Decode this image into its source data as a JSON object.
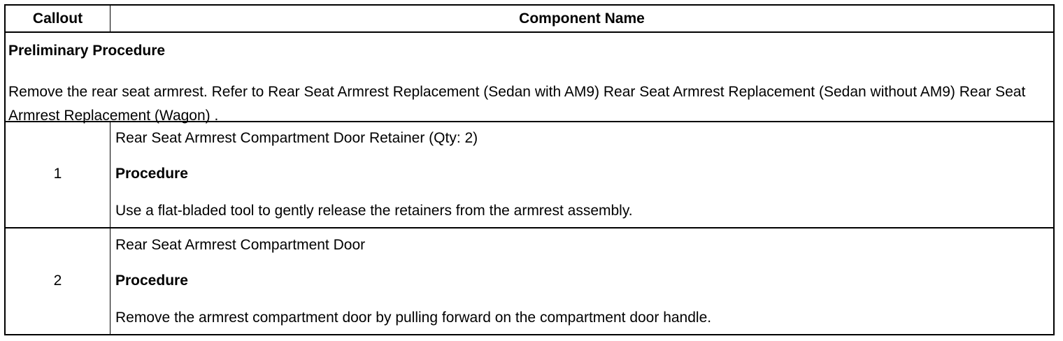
{
  "table": {
    "headers": {
      "callout": "Callout",
      "component_name": "Component Name"
    },
    "preliminary": {
      "title": "Preliminary Procedure",
      "text": "Remove the rear seat armrest. Refer to Rear Seat Armrest Replacement (Sedan with AM9) Rear Seat Armrest Replacement (Sedan without AM9) Rear Seat Armrest Replacement (Wagon) ."
    },
    "rows": [
      {
        "callout": "1",
        "component": "Rear Seat Armrest Compartment Door Retainer (Qty: 2)",
        "procedure_label": "Procedure",
        "procedure_text": "Use a flat-bladed tool to gently release the retainers from the armrest assembly."
      },
      {
        "callout": "2",
        "component": "Rear Seat Armrest Compartment Door",
        "procedure_label": "Procedure",
        "procedure_text": "Remove the armrest compartment door by pulling forward on the compartment door handle."
      }
    ]
  }
}
